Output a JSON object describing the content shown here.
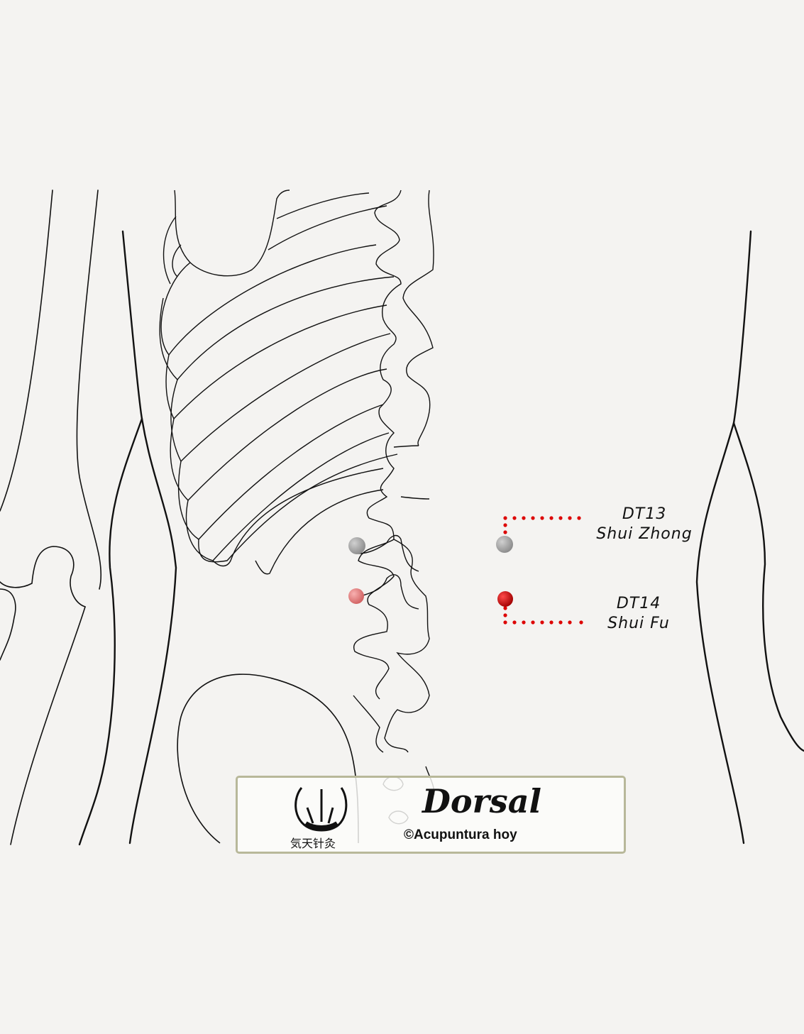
{
  "points": [
    {
      "code": "DT13",
      "name": "Shui Zhong"
    },
    {
      "code": "DT14",
      "name": "Shui Fu"
    }
  ],
  "title": "Dorsal",
  "copyright": "©Acupuntura hoy",
  "logo_text": "気天针灸",
  "colors": {
    "accent": "#dd0000",
    "neutral_point": "#a6a6a6",
    "line": "#111111"
  }
}
